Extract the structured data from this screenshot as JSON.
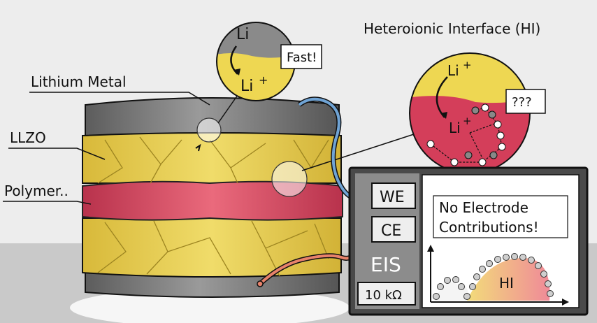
{
  "labels": {
    "lithium_metal": "Lithium Metal",
    "llzo": "LLZO",
    "polymer": "Polymer.."
  },
  "zoom_li_metal": {
    "top_species": "Li",
    "bottom_species": "Li",
    "bottom_charge": "+",
    "callout": "Fast!"
  },
  "zoom_interface": {
    "title": "Heteroionic Interface (HI)",
    "top_species": "Li",
    "top_charge": "+",
    "bottom_species": "Li",
    "bottom_charge": "+",
    "callout": "???"
  },
  "instrument": {
    "we_label": "WE",
    "ce_label": "CE",
    "mode_label": "EIS",
    "resistor_label": "10 kΩ",
    "screen_text_line1": "No Electrode",
    "screen_text_line2": "Contributions!",
    "arc_label": "HI"
  },
  "colors": {
    "lithium": "#7d7d7d",
    "llzo": "#e6cc4a",
    "polymer": "#d94a64",
    "we_cable": "#6fa3d4",
    "ce_cable": "#e8826b",
    "instrument_case": "#4a4a4a"
  }
}
